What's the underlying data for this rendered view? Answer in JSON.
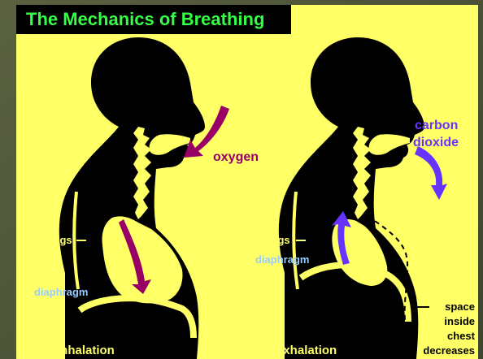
{
  "title": "The Mechanics of Breathing",
  "labels": {
    "oxygen": "oxygen",
    "carbon_dioxide_1": "carbon",
    "carbon_dioxide_2": "dioxide",
    "lungs_left": "lungs",
    "lungs_right": "lungs",
    "diaphragm_left": "diaphragm",
    "diaphragm_right": "diaphragm",
    "inhalation": "inhalation",
    "exhalation": "exhalation",
    "chest_1": "space",
    "chest_2": "inside",
    "chest_3": "chest",
    "chest_4": "decreases"
  },
  "colors": {
    "background": "#ffff66",
    "silhouette": "#000000",
    "title_text": "#33ff44",
    "oxygen": "#990066",
    "carbon_dioxide": "#6633ff",
    "figure_label": "#ffff66",
    "diaphragm_label": "#99ccff"
  },
  "icons": {
    "inhale_arrow": "curved-arrow-icon",
    "exhale_arrow": "curved-arrow-icon"
  }
}
